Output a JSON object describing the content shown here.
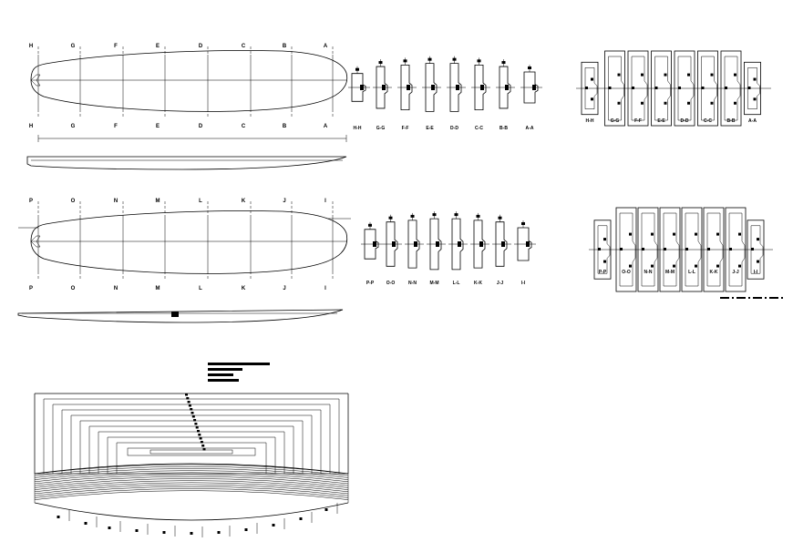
{
  "top_hull": {
    "section_letters": [
      "H",
      "G",
      "F",
      "E",
      "D",
      "C",
      "B",
      "A"
    ]
  },
  "mid_hull": {
    "section_letters": [
      "P",
      "O",
      "N",
      "M",
      "L",
      "K",
      "J",
      "I"
    ]
  },
  "top_sections_labels": [
    "H-H",
    "G-G",
    "F-F",
    "E-E",
    "D-D",
    "C-C",
    "B-B",
    "A-A"
  ],
  "mid_sections_labels": [
    "P-P",
    "O-O",
    "N-N",
    "M-M",
    "L-L",
    "K-K",
    "J-J",
    "I-I"
  ],
  "right_top_labels": [
    "H-H",
    "G-G",
    "F-F",
    "E-E",
    "D-D",
    "C-C",
    "B-B",
    "A-A"
  ],
  "right_mid_labels": [
    "P-P",
    "O-O",
    "N-N",
    "M-M",
    "L-L",
    "K-K",
    "J-J",
    "I-I"
  ],
  "colors": {
    "line": "#000000",
    "background": "#ffffff"
  }
}
